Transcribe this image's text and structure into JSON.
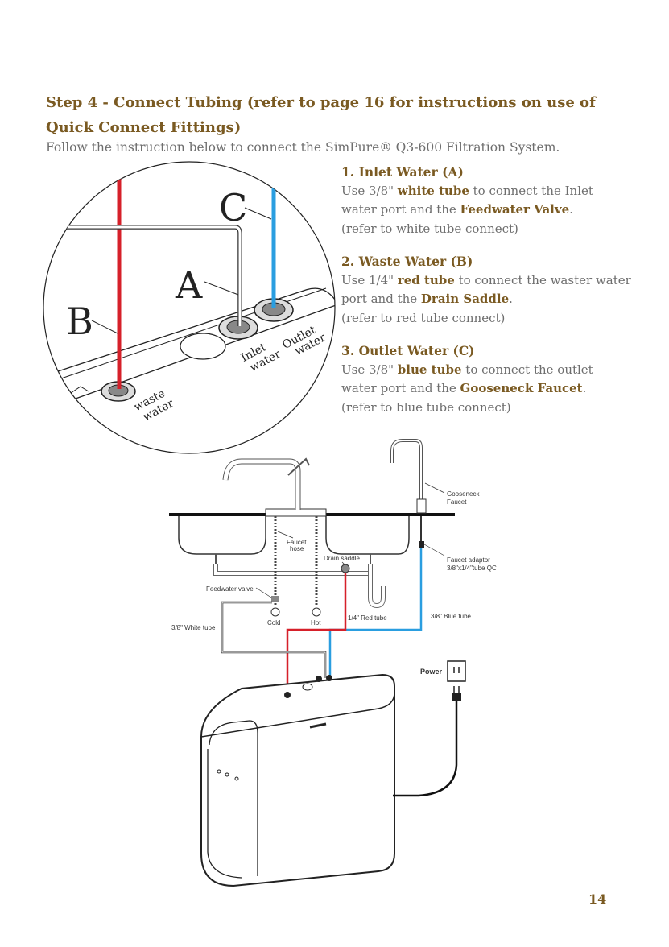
{
  "heading": {
    "part1": "Step 4 - Connect Tubing",
    "part2": "(refer to page 16 for instructions on use of",
    "part3": "Quick Connect Fittings)"
  },
  "intro": "Follow the instruction below to connect the SimPure® Q3-600 Filtration System.",
  "steps": [
    {
      "title": "1. Inlet Water (A)",
      "pre": "Use 3/8\" ",
      "tube": "white tube",
      "mid": " to connect the Inlet water port and the ",
      "target": "Feedwater Valve",
      "post": ".",
      "ref": "(refer to white tube connect)"
    },
    {
      "title": "2. Waste Water (B)",
      "pre": "Use 1/4\" ",
      "tube": "red tube",
      "mid": " to connect the waster water port and the ",
      "target": "Drain Saddle",
      "post": ".",
      "ref": "(refer to red tube connect)"
    },
    {
      "title": "3. Outlet Water (C)",
      "pre": "Use 3/8\" ",
      "tube": "blue tube",
      "mid": " to connect the outlet water port and the ",
      "target": "Gooseneck Faucet",
      "post": ".",
      "ref": "(refer to blue tube connect)"
    }
  ],
  "closeup": {
    "letter_a": "A",
    "letter_b": "B",
    "letter_c": "C",
    "waste1": "waste",
    "waste2": "water",
    "inlet1": "Inlet",
    "inlet2": "water",
    "outlet1": "Outlet",
    "outlet2": "water"
  },
  "diagram": {
    "gooseneck1": "Gooseneck",
    "gooseneck2": "Faucet",
    "faucet_hose1": "Faucet",
    "faucet_hose2": "hose",
    "drain_saddle": "Drain saddle",
    "faucet_adaptor1": "Faucet adaptor",
    "faucet_adaptor2": "3/8\"x1/4\"tube QC",
    "feedwater_valve": "Feedwater valve",
    "cold": "Cold",
    "hot": "Hot",
    "red_tube": "1/4\"  Red  tube",
    "blue_tube": "3/8\" Blue  tube",
    "white_tube": "3/8\" White tube",
    "power": "Power"
  },
  "colors": {
    "red": "#d6202a",
    "blue": "#2a9ee0",
    "brown": "#7a5a22"
  },
  "page_number": "14"
}
